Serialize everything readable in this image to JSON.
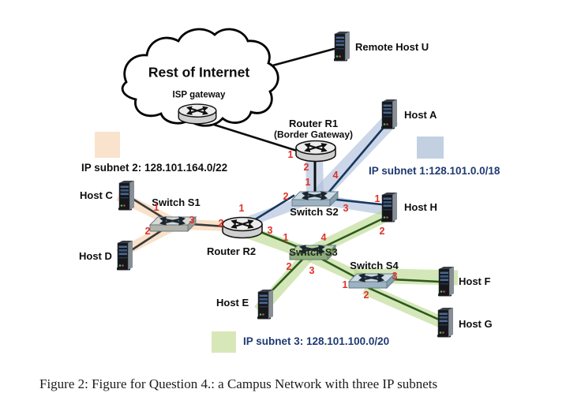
{
  "figure": {
    "cloud": {
      "title": "Rest of Internet",
      "gateway_label": "ISP gateway"
    },
    "nodes": {
      "remote_host_u": "Remote Host U",
      "router_r1": "Router R1",
      "router_r1_subtitle": "(Border Gateway)",
      "router_r2": "Router R2",
      "switch_s1": "Switch S1",
      "switch_s2": "Switch S2",
      "switch_s3": "Switch S3",
      "switch_s4": "Switch S4",
      "host_a": "Host A",
      "host_c": "Host C",
      "host_d": "Host D",
      "host_e": "Host E",
      "host_f": "Host F",
      "host_g": "Host G",
      "host_h": "Host H"
    },
    "subnets": [
      {
        "label": "IP subnet 1:128.101.0.0/18",
        "color": "#c2d0e2"
      },
      {
        "label": "IP subnet 2: 128.101.164.0/22",
        "color": "#fae3cd"
      },
      {
        "label": "IP subnet 3: 128.101.100.0/20",
        "color": "#d8e7b8"
      }
    ],
    "ports": {
      "router_r1": [
        "1",
        "2"
      ],
      "switch_s2": [
        "1",
        "2",
        "3",
        "4"
      ],
      "router_r2": [
        "1",
        "2",
        "3"
      ],
      "switch_s1": [
        "1",
        "2",
        "3"
      ],
      "switch_s3": [
        "1",
        "2",
        "3",
        "4"
      ],
      "switch_s4": [
        "1",
        "2",
        "3"
      ],
      "host_h": [
        "1",
        "2"
      ]
    }
  },
  "caption": "Figure 2: Figure for Question 4.: a Campus Network with three IP subnets"
}
